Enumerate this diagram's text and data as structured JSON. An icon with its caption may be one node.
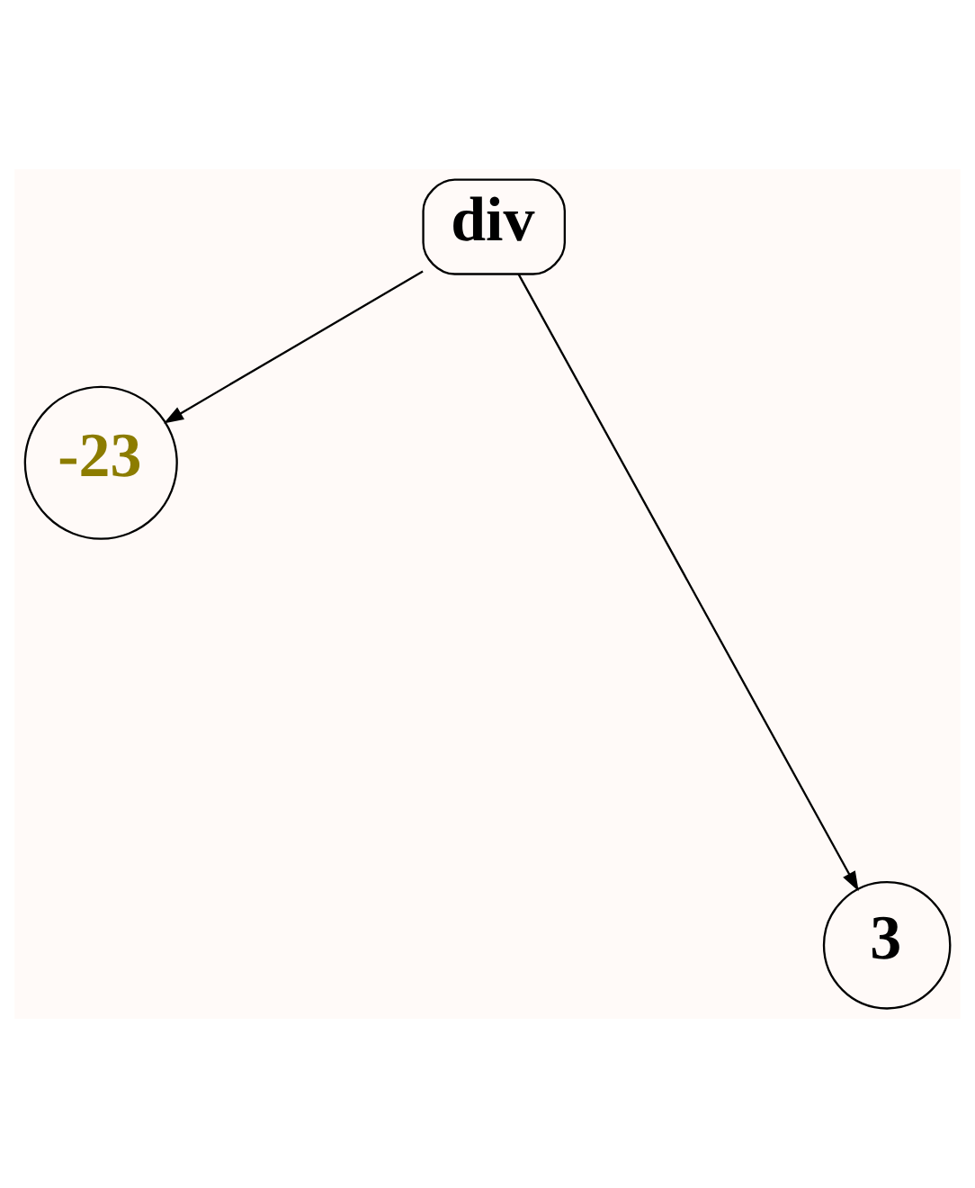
{
  "diagram": {
    "nodes": [
      {
        "text": [
          "div"
        ]
      },
      {
        "text": [
          "-23"
        ]
      },
      {
        "text": [
          "3"
        ]
      }
    ],
    "edges": [
      {
        "from": 0,
        "to": 1,
        "arrow": "to"
      },
      {
        "from": 0,
        "to": 2,
        "arrow": "to"
      }
    ]
  }
}
